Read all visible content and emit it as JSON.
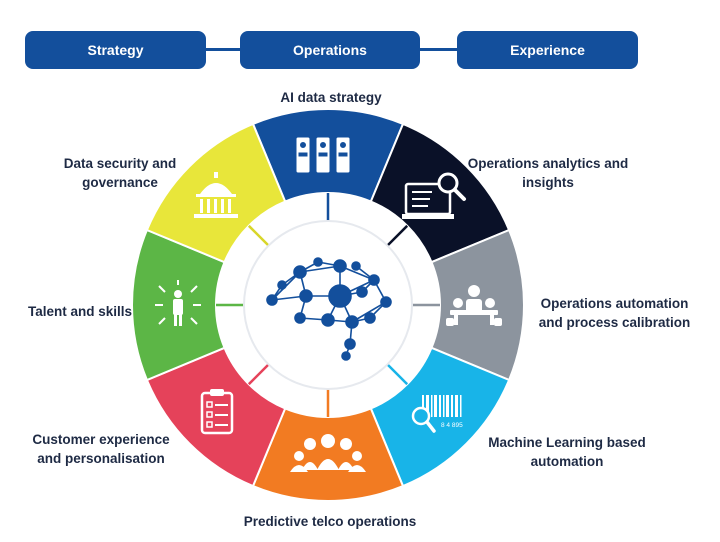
{
  "header": {
    "pills": [
      {
        "label": "Strategy"
      },
      {
        "label": "Operations"
      },
      {
        "label": "Experience"
      }
    ],
    "pill_color": "#134f9c"
  },
  "segments": [
    {
      "label": "AI data strategy",
      "color": "#134f9c",
      "icon": "server-racks-icon"
    },
    {
      "label": "Operations analytics and insights",
      "color": "#0a1128",
      "icon": "magnifier-screen-icon"
    },
    {
      "label": "Operations automation and process calibration",
      "color": "#8c949e",
      "icon": "meeting-table-icon"
    },
    {
      "label": "Machine Learning based automation",
      "color": "#18b4e8",
      "icon": "barcode-scan-icon"
    },
    {
      "label": "Predictive telco operations",
      "color": "#f27b22",
      "icon": "team-people-icon"
    },
    {
      "label": "Customer experience and personalisation",
      "color": "#e5425a",
      "icon": "checklist-clipboard-icon"
    },
    {
      "label": "Talent and skills",
      "color": "#5cb646",
      "icon": "person-arrows-icon"
    },
    {
      "label": "Data security and governance",
      "color": "#e8e63a",
      "icon": "institution-building-icon"
    }
  ],
  "center": {
    "icon": "neural-network-brain-icon",
    "color": "#134f9c"
  }
}
